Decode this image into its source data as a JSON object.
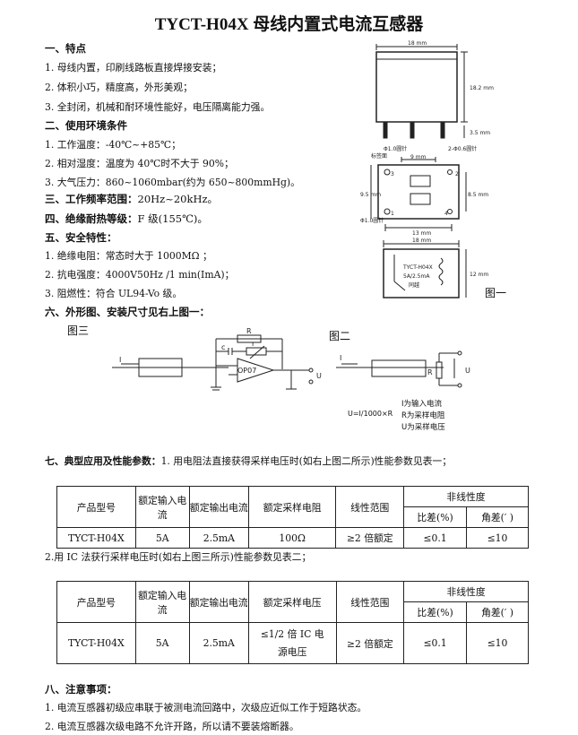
{
  "title": "TYCT-H04X 母线内置式电流互感器",
  "s1": {
    "heading": "一、特点",
    "items": [
      "1. 母线内置，印刷线路板直接焊接安装；",
      "2. 体积小巧，精度高，外形美观；",
      "3. 全封闭，机械和耐环境性能好，电压隔离能力强。"
    ]
  },
  "s2": {
    "heading": "二、使用环境条件",
    "items": [
      "1. 工作温度：-40℃~+85℃；",
      "2. 相对湿度：温度为 40℃时不大于 90%；",
      "3. 大气压力：860~1060mbar(约为 650~800mmHg)。"
    ]
  },
  "s3": {
    "heading": "三、工作频率范围：",
    "value": "20Hz~20kHz。"
  },
  "s4": {
    "heading": "四、绝缘耐热等级：",
    "value": "F 级(155℃)。"
  },
  "s5": {
    "heading": "五、安全特性：",
    "items": [
      "1. 绝缘电阻：常态时大于 1000MΩ ；",
      "2. 抗电强度：4000V50Hz /1 min(ImA)；",
      "3. 阻燃性：符合 UL94-Vo 级。"
    ]
  },
  "s6": {
    "heading": "六、外形图、安装尺寸见右上图一："
  },
  "fig_labels": {
    "fig1": "图一",
    "fig2": "图二",
    "fig3": "图三"
  },
  "fig1": {
    "w1": "18 mm",
    "h1": "18.2 mm",
    "h2": "3.5 mm",
    "hole1": "Φ1.0圆针",
    "hole2": "2-Φ0.6圆针",
    "mark": "标签面",
    "d1": "9 mm",
    "d2": "9.5 mm",
    "d3": "8.5 mm",
    "d4": "13 mm",
    "hole3": "Φ1.0圆针",
    "p1": "1",
    "p2": "2",
    "p3": "3",
    "p4": "4",
    "w2": "18 mm",
    "h3": "12 mm",
    "chip1": "TYCT-H04X",
    "chip2": "5A/2.5mA",
    "chip3": "同越"
  },
  "fig3_labels": {
    "I": "I",
    "R": "R",
    "C": "c",
    "r": "r",
    "op": "OP07",
    "U": "U"
  },
  "fig2_labels": {
    "I": "I",
    "R": "R",
    "U": "U",
    "formula": "U=I/1000×R",
    "legend": [
      "I为输入电流",
      "R为采样电阻",
      "U为采样电压"
    ]
  },
  "s7": {
    "heading": "七、典型应用及性能参数：",
    "text": "1. 用电阻法直接获得采样电压时(如右上图二所示)性能参数见表一；"
  },
  "table1": {
    "h_model": "产品型号",
    "h_in": "额定输入电流",
    "h_out": "额定输出电流",
    "h_r": "额定采样电阻",
    "h_range": "线性范围",
    "h_nl": "非线性度",
    "h_ratio": "比差(%)",
    "h_angle": "角差(′ )",
    "row": [
      "TYCT-H04X",
      "5A",
      "2.5mA",
      "100Ω",
      "≥2 倍额定",
      "≤0.1",
      "≤10"
    ]
  },
  "t2_caption": "2.用 IC 法获行采样电压时(如右上图三所示)性能参数见表二；",
  "table2": {
    "h_model": "产品型号",
    "h_in": "额定输入电流",
    "h_out": "额定输出电流",
    "h_v": "额定采样电压",
    "h_range": "线性范围",
    "h_nl": "非线性度",
    "h_ratio": "比差(%)",
    "h_angle": "角差(′ )",
    "row": [
      "TYCT-H04X",
      "5A",
      "2.5mA",
      "≤1/2 倍 IC 电源电压",
      "≥2 倍额定",
      "≤0.1",
      "≤10"
    ]
  },
  "s8": {
    "heading": "八、注意事项：",
    "items": [
      "1. 电流互感器初级应串联于被测电流回路中，次级应近似工作于短路状态。",
      "2. 电流互感器次级电路不允许开路，所以请不要装熔断器。"
    ]
  }
}
